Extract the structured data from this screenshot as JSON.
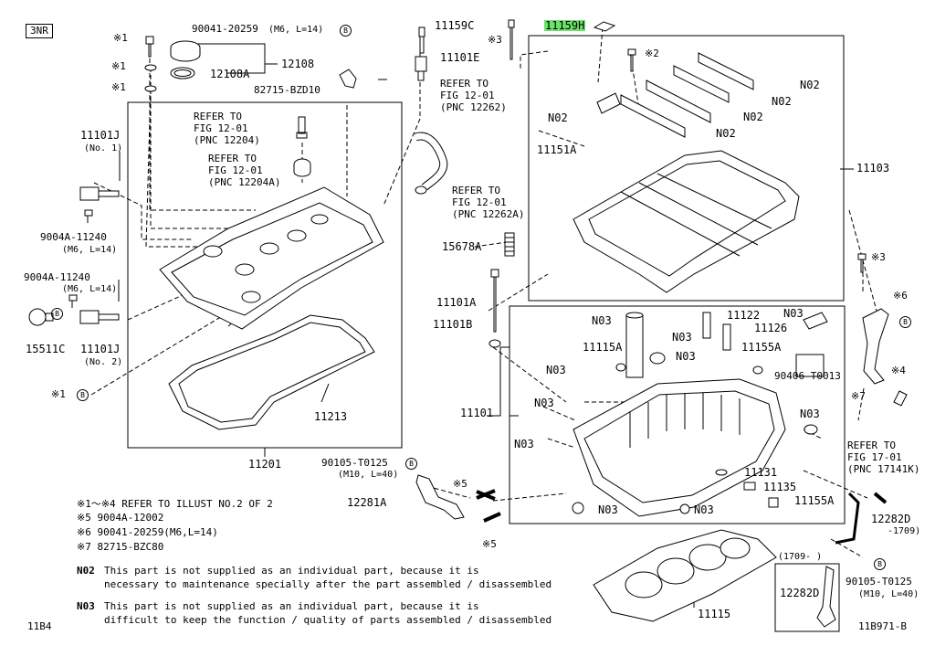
{
  "engine_tag": "3NR",
  "footer": {
    "left": "11B4",
    "right": "11B971-B"
  },
  "refer": {
    "r12204": [
      "REFER TO",
      "FIG 12-01",
      "(PNC 12204)"
    ],
    "r12204A": [
      "REFER TO",
      "FIG 12-01",
      "(PNC 12204A)"
    ],
    "r12262": [
      "REFER TO",
      "FIG 12-01",
      "(PNC 12262)"
    ],
    "r12262A": [
      "REFER TO",
      "FIG 12-01",
      "(PNC 12262A)"
    ],
    "r17141K": [
      "REFER TO",
      "FIG 17-01",
      "(PNC 17141K)"
    ]
  },
  "parts": {
    "p11159C": "11159C",
    "p11159H": "11159H",
    "p11101E": "11101E",
    "p90041": "90041-20259",
    "p90041_spec": "(M6, L=14)",
    "p12108A": "12108A",
    "p12108": "12108",
    "p82715": "82715-BZD10",
    "p11101J_1": "11101J",
    "no1": "(No. 1)",
    "p9004A_1": "9004A-11240",
    "spec_m6_1": "(M6, L=14)",
    "p9004A_2": "9004A-11240",
    "spec_m6_2": "(M6, L=14)",
    "p15511C": "15511C",
    "p11101J_2": "11101J",
    "no2": "(No. 2)",
    "p11213": "11213",
    "p11201": "11201",
    "p15678A": "15678A",
    "p11101A": "11101A",
    "p11101B": "11101B",
    "p11151A": "11151A",
    "p11103": "11103",
    "n02a": "N02",
    "n02b": "N02",
    "n02c": "N02",
    "n02d": "N02",
    "n02e": "N02",
    "p11101": "11101",
    "p11115A": "11115A",
    "p11122": "11122",
    "p11126": "11126",
    "p11155A_1": "11155A",
    "p90406": "90406-T0013",
    "n03_1": "N03",
    "n03_2": "N03",
    "n03_3": "N03",
    "n03_4": "N03",
    "n03_5": "N03",
    "n03_6": "N03",
    "n03_7": "N03",
    "n03_8": "N03",
    "n03_9": "N03",
    "p11131": "11131",
    "p11135": "11135",
    "p11155A_2": "11155A",
    "p90105_1": "90105-T0125",
    "spec_m10_1": "(M10, L=40)",
    "p12281A": "12281A",
    "p12282D_1": "12282D",
    "range_1709": "-1709)",
    "range_1709b": "(1709-    )",
    "p12282D_2": "12282D",
    "p90105_2": "90105-T0125",
    "spec_m10_2": "(M10, L=40)",
    "p11115": "11115"
  },
  "marks": {
    "k1a": "※1",
    "k1b": "※1",
    "k1c": "※1",
    "k1d": "※1",
    "k2": "※2",
    "k3a": "※3",
    "k3b": "※3",
    "k4": "※4",
    "k5a": "※5",
    "k5b": "※5",
    "k6": "※6",
    "k7": "※7",
    "b": "B"
  },
  "notes": {
    "l1": "※1～※4 REFER TO ILLUST NO.2 OF 2",
    "l2": "※5  9004A-12002",
    "l3": "※6  90041-20259(M6,L=14)",
    "l4": "※7  82715-BZC80",
    "n02_code": "N02",
    "n02_l1": "This part is not supplied as an individual part, because it is",
    "n02_l2": "necessary to maintenance specially after the part assembled / disassembled",
    "n03_code": "N03",
    "n03_l1": "This part is not supplied as an individual part, because it is",
    "n03_l2": "difficult to keep the function / quality of parts assembled / disassembled"
  }
}
